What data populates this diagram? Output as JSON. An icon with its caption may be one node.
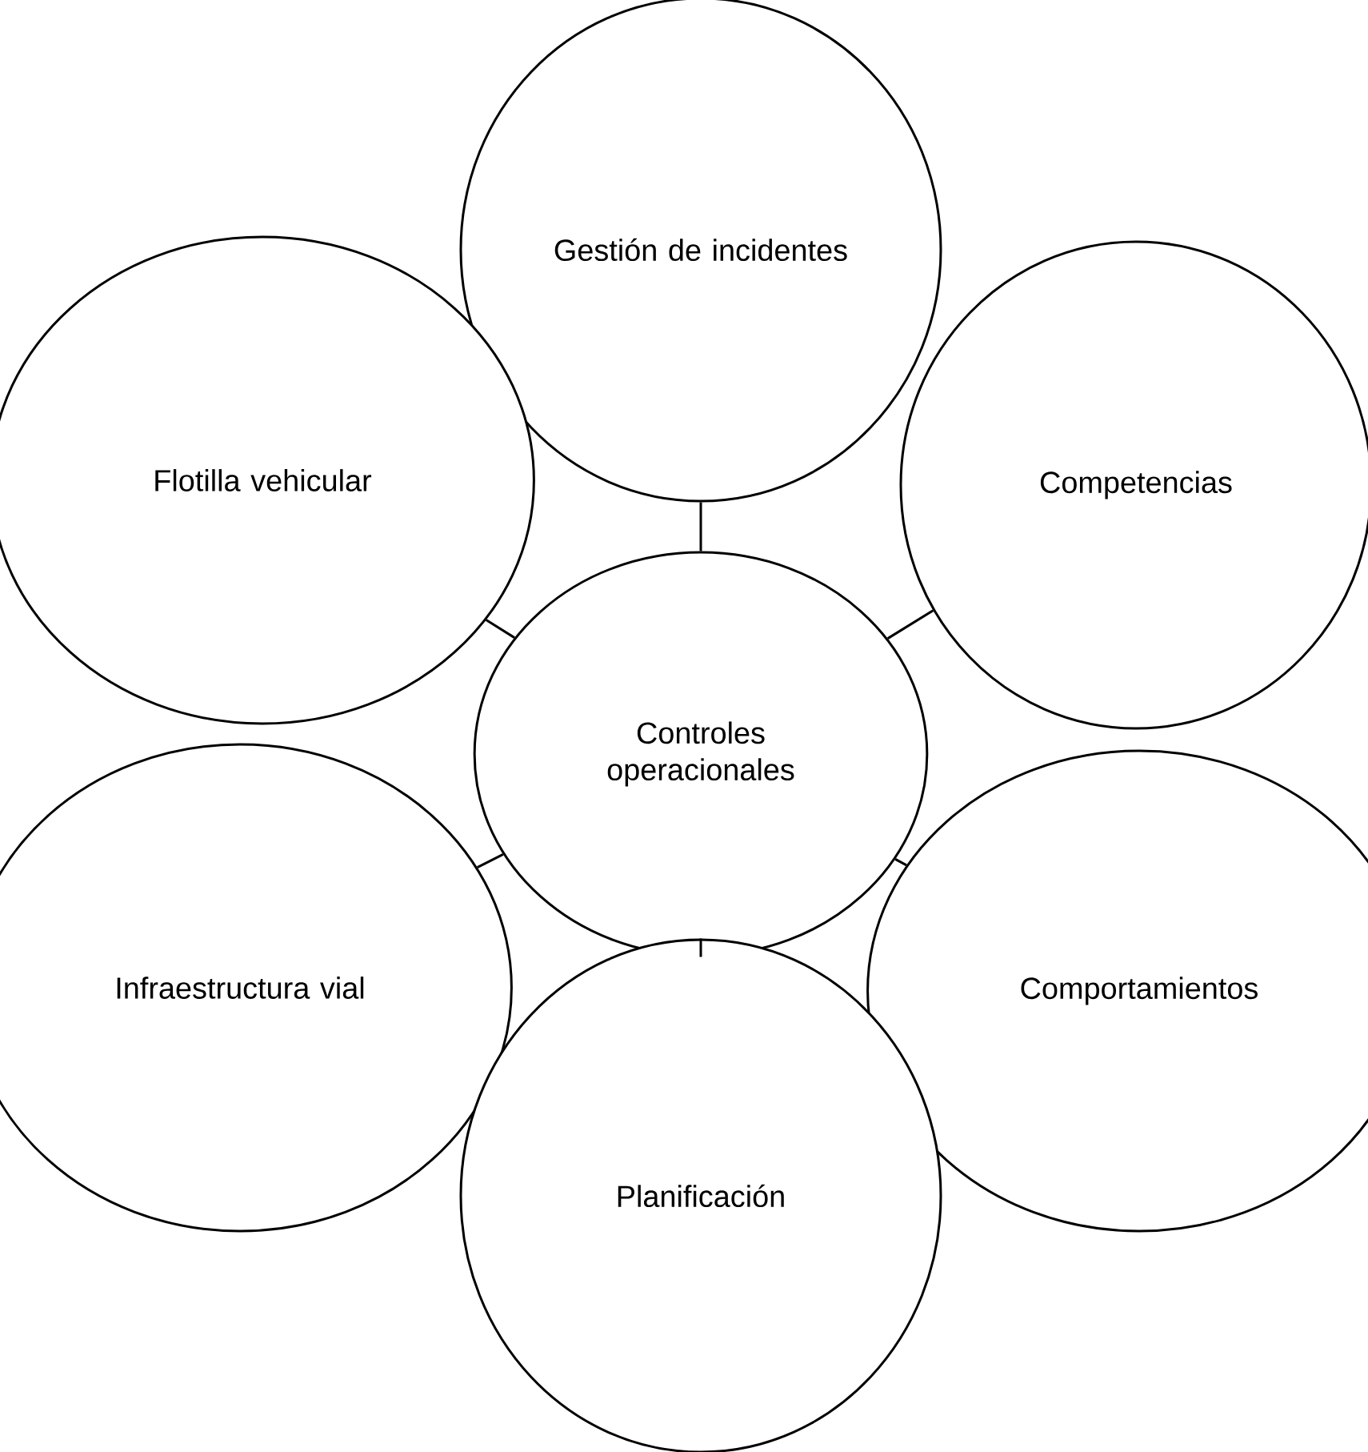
{
  "diagram": {
    "nodes": [
      {
        "text": [
          "Gestión de incidentes"
        ]
      },
      {
        "text": [
          "Flotilla vehicular"
        ]
      },
      {
        "text": [
          "Competencias"
        ]
      },
      {
        "text": [
          "Controles operacionales"
        ]
      },
      {
        "text": [
          "Infraestructura vial"
        ]
      },
      {
        "text": [
          "Comportamientos"
        ]
      },
      {
        "text": [
          "Planificación"
        ]
      }
    ],
    "edges": [
      {
        "from": 3,
        "to": 0,
        "arrow": "none"
      },
      {
        "from": 3,
        "to": 1,
        "arrow": "none"
      },
      {
        "from": 3,
        "to": 2,
        "arrow": "none"
      },
      {
        "from": 3,
        "to": 4,
        "arrow": "none"
      },
      {
        "from": 3,
        "to": 5,
        "arrow": "none"
      },
      {
        "from": 3,
        "to": 6,
        "arrow": "none"
      }
    ]
  }
}
